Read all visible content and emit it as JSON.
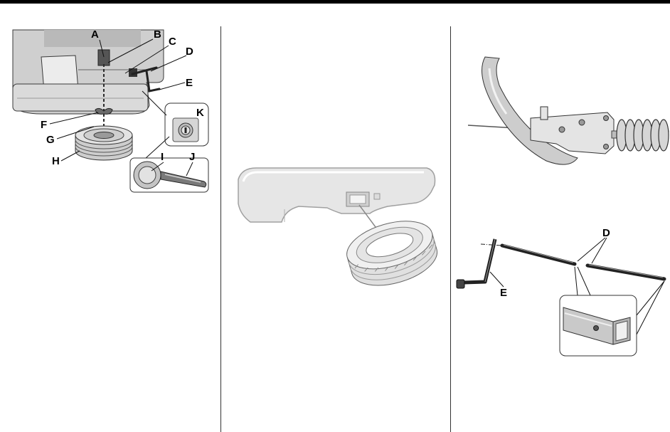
{
  "colors": {
    "ink": "#000000",
    "rule": "#333333",
    "part_fill": "#d4d4d4",
    "part_light": "#e8e8e8",
    "background": "#ffffff"
  },
  "figures": {
    "spare_tire_hoist": {
      "callouts": [
        "A",
        "B",
        "C",
        "D",
        "E",
        "F",
        "G",
        "H",
        "I",
        "J",
        "K"
      ]
    },
    "jack_handle_extensions": {
      "callouts": [
        "D",
        "E"
      ]
    }
  }
}
